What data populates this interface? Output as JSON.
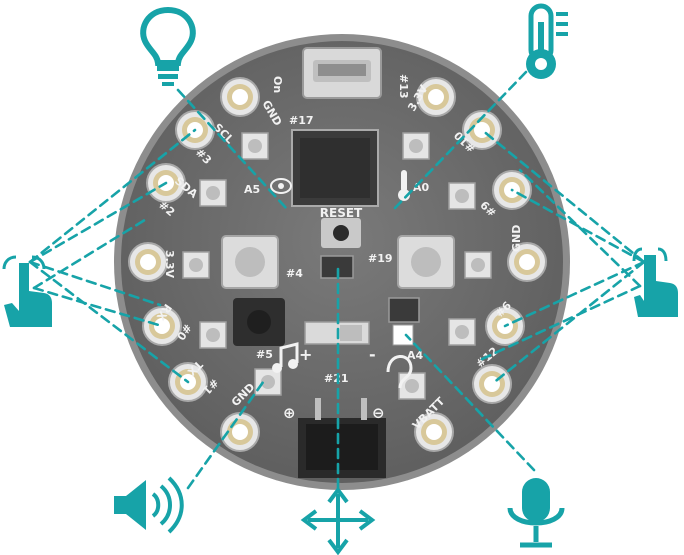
{
  "colors": {
    "accent": "#17a3a8",
    "board": "#6e6e6e",
    "board_edge": "#9b9b9b",
    "pad_gold": "#d8c89a",
    "pad_silver": "#e6e6e6",
    "pcb_text": "#f2f2f2"
  },
  "board": {
    "labels": {
      "reset": "RESET",
      "on": "On",
      "p13": "#13",
      "p17": "#17",
      "p4": "#4",
      "p19": "#19",
      "p5": "#5",
      "p21": "#21",
      "a5": "A5",
      "a0": "A0",
      "a4": "A4",
      "plus": "+",
      "minus": "-",
      "plus_circle": "⊕",
      "minus_circle": "⊖"
    },
    "pads": {
      "gnd_top": "GND",
      "scl": "SCL",
      "p3": "#3",
      "sda": "SDA",
      "p2": "#2",
      "v33_left": "3.3V",
      "rx": "RX",
      "p0": "#0",
      "tx": "TX",
      "p1": "#1",
      "gnd_bottom": "GND",
      "v33_right": "3.3V",
      "p10": "#10",
      "p9": "#9",
      "gnd_right": "GND",
      "p6": "#6",
      "p12": "#12",
      "vbatt": "VBATT"
    }
  },
  "icons": {
    "light": "lightbulb-icon",
    "temp": "thermometer-icon",
    "touch_left": "touch-hand-icon",
    "touch_right": "touch-hand-icon",
    "sound": "speaker-icon",
    "motion": "move-arrows-icon",
    "mic": "microphone-icon"
  }
}
